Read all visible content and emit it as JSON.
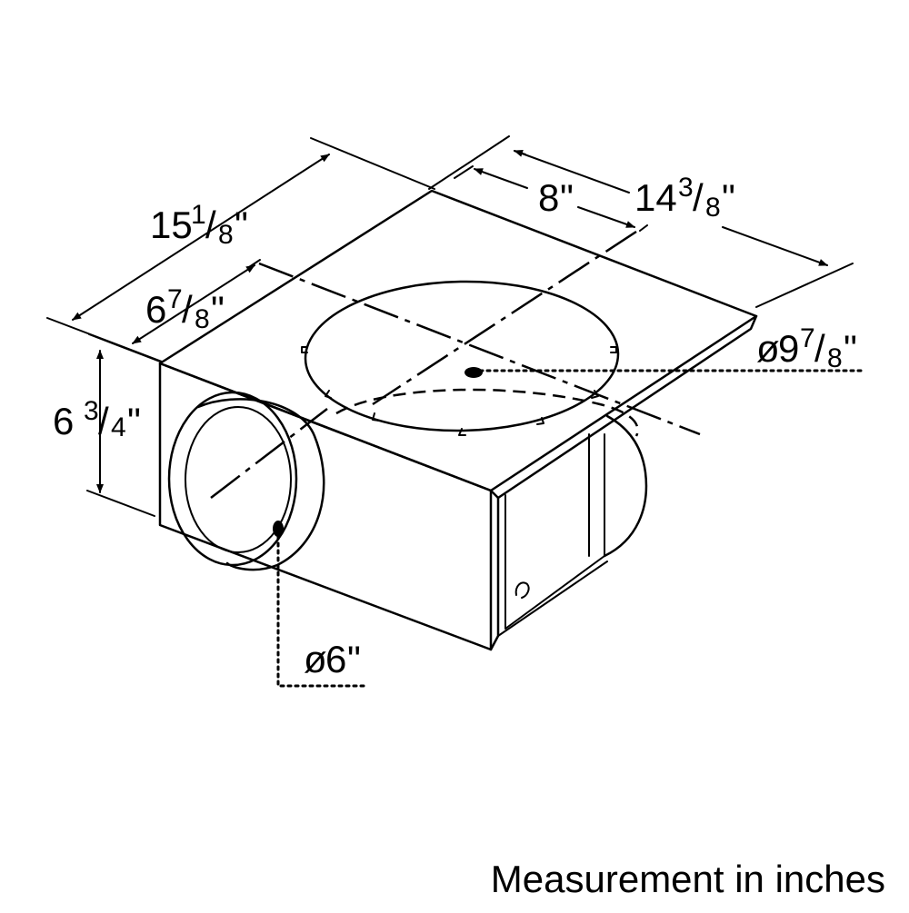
{
  "caption": "Measurement in inches",
  "dimensions": {
    "width_total": {
      "whole": "15",
      "num": "1",
      "den": "8",
      "unit": "\""
    },
    "width_partial": {
      "whole": "6",
      "num": "7",
      "den": "8",
      "unit": "\""
    },
    "height": {
      "whole": "6",
      "num": "3",
      "den": "4",
      "unit": "\""
    },
    "depth_total": {
      "whole": "14",
      "num": "3",
      "den": "8",
      "unit": "\""
    },
    "depth_partial": {
      "whole": "8",
      "unit": "\""
    },
    "top_outlet_diameter": {
      "prefix": "ø",
      "whole": "9",
      "num": "7",
      "den": "8",
      "unit": "\""
    },
    "side_outlet_diameter": {
      "prefix": "ø",
      "whole": "6",
      "unit": "\""
    }
  }
}
